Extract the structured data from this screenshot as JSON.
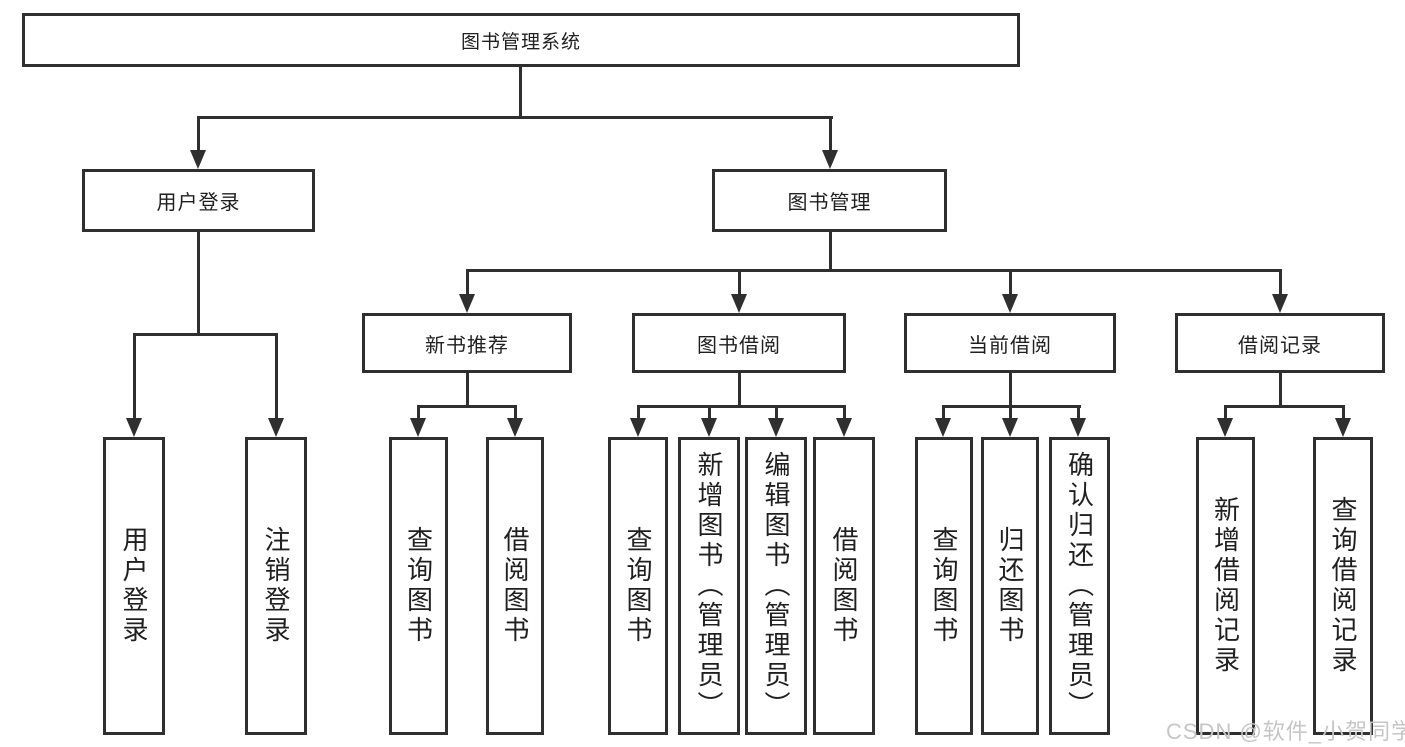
{
  "nodes": {
    "root": "图书管理系统",
    "user_login": "用户登录",
    "book_management": "图书管理",
    "new_book_recommend": "新书推荐",
    "book_borrow": "图书借阅",
    "current_borrow": "当前借阅",
    "borrow_record": "借阅记录",
    "leaf_user_login": "用户登录",
    "leaf_logout": "注销登录",
    "leaf_nbr_query_book": "查询图书",
    "leaf_nbr_borrow_book": "借阅图书",
    "leaf_bb_query_book": "查询图书",
    "leaf_bb_add_book": "新增图书（管理员）",
    "leaf_bb_edit_book": "编辑图书（管理员）",
    "leaf_bb_borrow_book": "借阅图书",
    "leaf_cb_query_book": "查询图书",
    "leaf_cb_return_book": "归还图书",
    "leaf_cb_confirm_return": "确认归还（管理员）",
    "leaf_br_add_record": "新增借阅记录",
    "leaf_br_query_record": "查询借阅记录"
  },
  "hierarchy": {
    "图书管理系统": [
      "用户登录",
      "图书管理"
    ],
    "用户登录": [
      "用户登录",
      "注销登录"
    ],
    "图书管理": [
      "新书推荐",
      "图书借阅",
      "当前借阅",
      "借阅记录"
    ],
    "新书推荐": [
      "查询图书",
      "借阅图书"
    ],
    "图书借阅": [
      "查询图书",
      "新增图书（管理员）",
      "编辑图书（管理员）",
      "借阅图书"
    ],
    "当前借阅": [
      "查询图书",
      "归还图书",
      "确认归还（管理员）"
    ],
    "借阅记录": [
      "新增借阅记录",
      "查询借阅记录"
    ]
  },
  "watermark": "CSDN @软件_小贺同学",
  "colors": {
    "line": "#2f2f2f",
    "box_background": "#ffffff",
    "text": "#1f1f1f",
    "watermark": "#c6c6c6",
    "page_background": "#ffffff"
  }
}
